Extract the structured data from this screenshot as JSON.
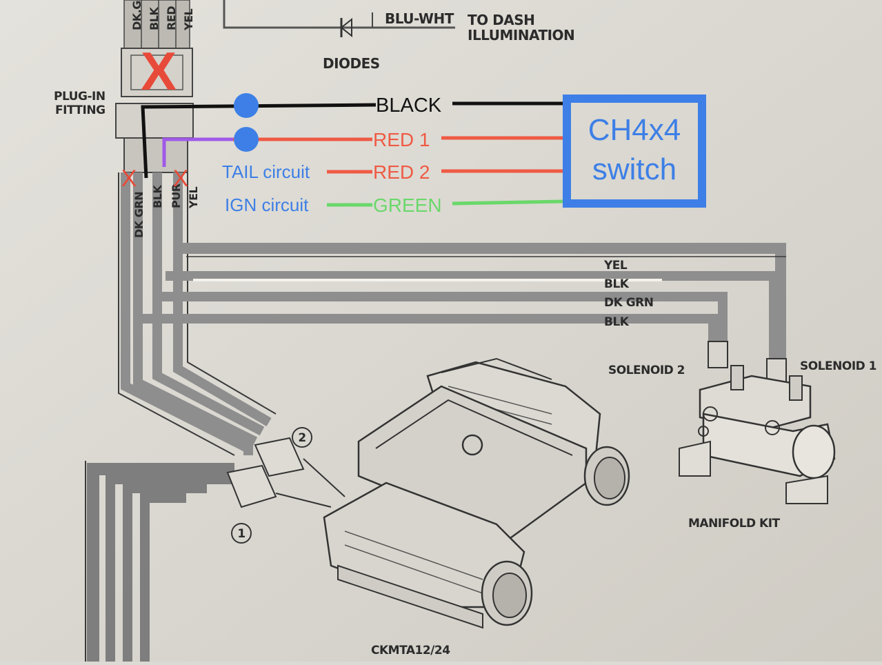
{
  "colors": {
    "paper": "#dcdad4",
    "ink": "#2b2b2b",
    "harness": "#8e8e8e",
    "black_wire": "#111111",
    "red_wire": "#ef5a44",
    "green_wire": "#6ad86a",
    "purple_wire": "#a05ae8",
    "blue_annotation": "#3d7fe6",
    "cross_red": "#e84a3a"
  },
  "connector": {
    "top_wire_labels": [
      "DK GRN",
      "BLK",
      "RED",
      "YEL"
    ],
    "label": "PLUG-IN\nFITTING",
    "label_line1": "PLUG-IN",
    "label_line2": "FITTING",
    "bottom_wire_labels": [
      "DK GRN",
      "BLK",
      "PUR",
      "YEL"
    ],
    "top_wire_labels_visible": [
      "DK.G",
      "BLK",
      "RED",
      "YEL"
    ]
  },
  "top_section": {
    "diode_wire_label": "BLU-WHT",
    "dash_label_line1": "TO DASH",
    "dash_label_line2": "ILLUMINATION",
    "diodes_label": "DIODES"
  },
  "annotations": {
    "black_wire": "BLACK",
    "red_wire_1": "RED 1",
    "red_wire_2": "RED 2",
    "green_wire": "GREEN",
    "tail_circuit": "TAIL circuit",
    "ign_circuit": "IGN circuit",
    "switch_line1": "CH4x4",
    "switch_line2": "switch",
    "crossed_out": "X"
  },
  "harness": {
    "wire_labels": [
      "YEL",
      "BLK",
      "DK GRN",
      "BLK"
    ]
  },
  "components": {
    "solenoid_1": "SOLENOID 1",
    "solenoid_2": "SOLENOID 2",
    "manifold": "MANIFOLD KIT",
    "compressor": "CKMTA12/24",
    "callout_1": "1",
    "callout_2": "2"
  }
}
